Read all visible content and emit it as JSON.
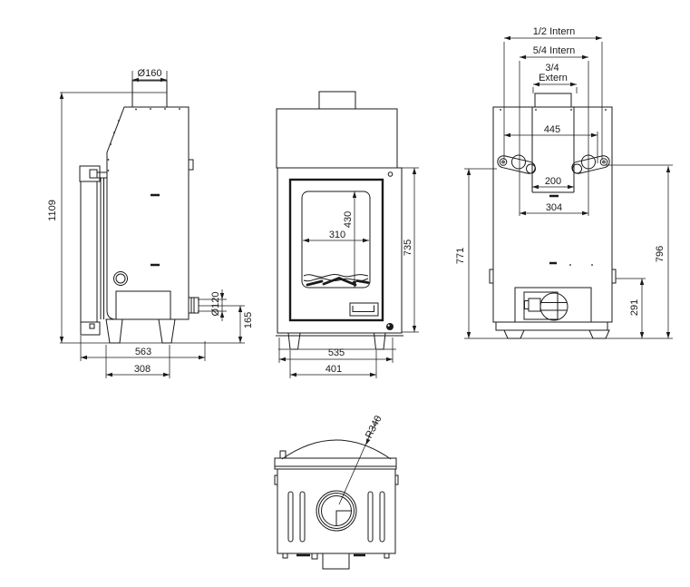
{
  "colors": {
    "background": "#ffffff",
    "line": "#1a1a1a"
  },
  "views": {
    "side": {
      "labels": {
        "flue_diameter": "Ø160",
        "total_height": "1109",
        "rear_outlet_diameter": "Ø120",
        "rear_outlet_height": "165",
        "depth": "563",
        "feet_depth": "308"
      }
    },
    "front": {
      "labels": {
        "glass_height": "430",
        "glass_width": "310",
        "body_height": "735",
        "width": "535",
        "feet_width": "401"
      }
    },
    "back": {
      "labels": {
        "conn_half": "1/2 Intern",
        "conn_five_quarter": "5/4 Intern",
        "conn_three_quarter": "3/4",
        "conn_three_quarter_2": "Extern",
        "top_width": "445",
        "recess_width": "200",
        "recess_outer_width": "304",
        "height_left": "771",
        "height_right": "796",
        "fan_outlet_height": "291"
      }
    },
    "top": {
      "labels": {
        "front_radius": "R340"
      }
    }
  }
}
